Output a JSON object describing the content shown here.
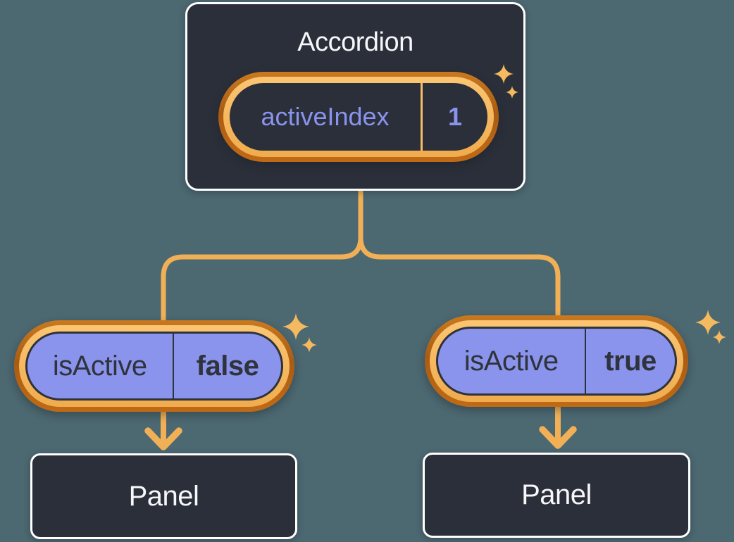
{
  "diagram": {
    "root": {
      "label": "Accordion",
      "state": {
        "name": "activeIndex",
        "value": "1"
      }
    },
    "children": [
      {
        "state": {
          "name": "isActive",
          "value": "false"
        },
        "panel_label": "Panel"
      },
      {
        "state": {
          "name": "isActive",
          "value": "true"
        },
        "panel_label": "Panel"
      }
    ]
  },
  "colors": {
    "background": "#4C6871",
    "node_fill": "#2B2F39",
    "node_border": "#FFFFFF",
    "node_text": "#F6F7F9",
    "state_purple_fill": "#8B94EC",
    "state_purple_text": "#8A93EE",
    "state_dark_text": "#2F333C",
    "ring_dark_orange": "#B4661A",
    "ring_light_orange": "#F8BC64",
    "connector_orange": "#F2B056",
    "sparkle_orange": "#F5B95F"
  }
}
